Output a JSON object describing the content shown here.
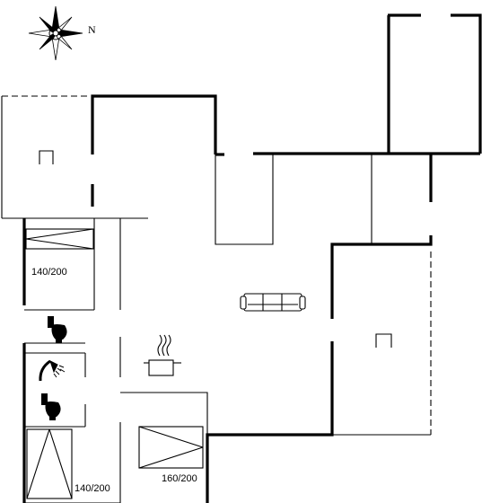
{
  "compass": {
    "north_label": "N",
    "icon": "compass-rose-icon"
  },
  "beds": [
    {
      "size_label": "140/200",
      "icon": "bed-icon"
    },
    {
      "size_label": "140/200",
      "icon": "bed-icon"
    },
    {
      "size_label": "160/200",
      "icon": "bed-icon"
    }
  ],
  "fixtures": [
    {
      "icon": "toilet-icon"
    },
    {
      "icon": "shower-icon"
    },
    {
      "icon": "toilet-icon"
    },
    {
      "icon": "kitchen-pot-icon"
    },
    {
      "icon": "sofa-icon"
    },
    {
      "icon": "chair-icon"
    },
    {
      "icon": "chair-icon"
    }
  ]
}
